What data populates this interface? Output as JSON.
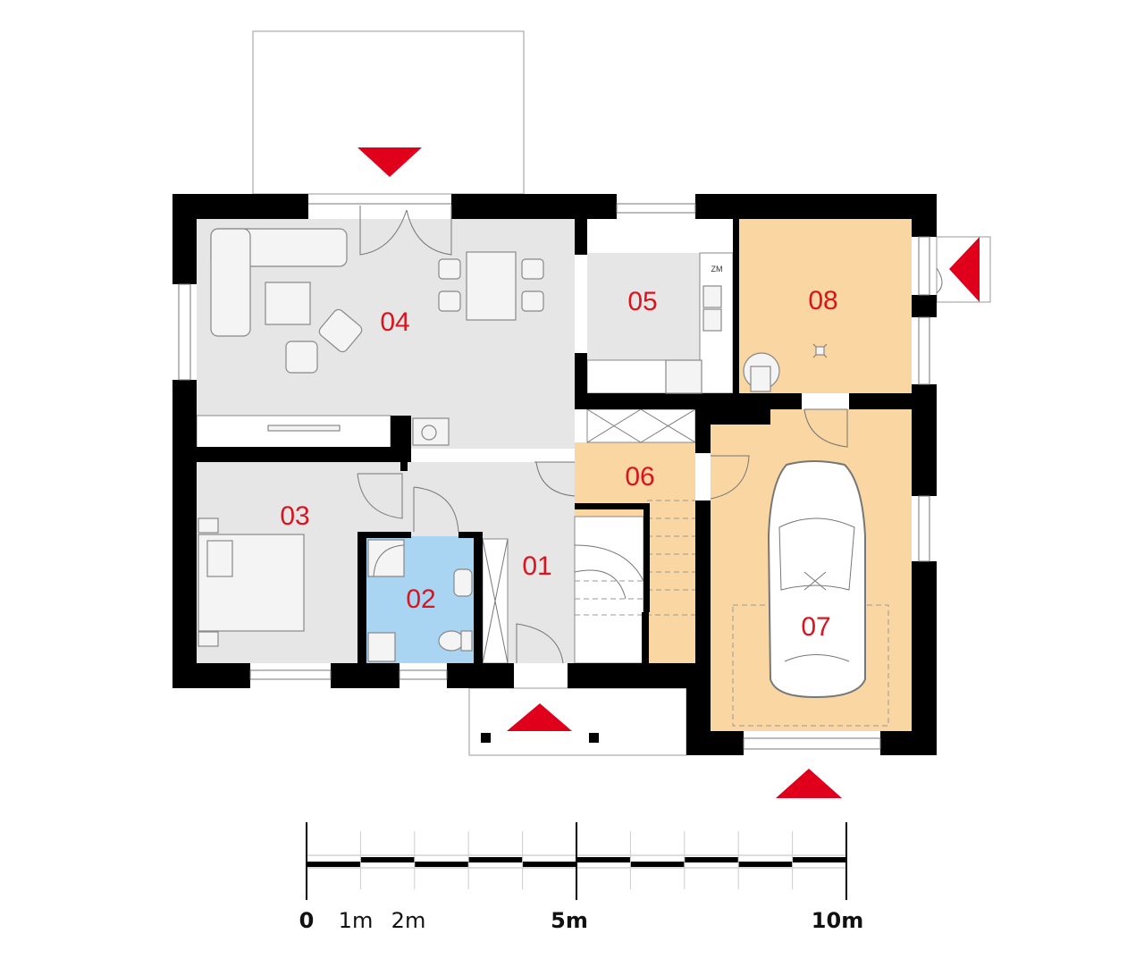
{
  "colors": {
    "wall": "#000000",
    "floor_gray": "#e6e6e6",
    "floor_tan": "#f9d6a2",
    "floor_blue": "#a9d5f2",
    "arrow": "#e0001b"
  },
  "rooms": [
    {
      "id": "01",
      "label": "01",
      "fill": "floor_gray"
    },
    {
      "id": "02",
      "label": "02",
      "fill": "floor_blue"
    },
    {
      "id": "03",
      "label": "03",
      "fill": "floor_gray"
    },
    {
      "id": "04",
      "label": "04",
      "fill": "floor_gray"
    },
    {
      "id": "05",
      "label": "05",
      "fill": "floor_gray"
    },
    {
      "id": "06",
      "label": "06",
      "fill": "floor_tan"
    },
    {
      "id": "07",
      "label": "07",
      "fill": "floor_tan"
    },
    {
      "id": "08",
      "label": "08",
      "fill": "floor_tan"
    }
  ],
  "appliance_label": "ZM",
  "scale": {
    "labels": {
      "zero": "0",
      "one": "1m",
      "two": "2m",
      "five": "5m",
      "ten": "10m"
    },
    "total_m": 10
  }
}
